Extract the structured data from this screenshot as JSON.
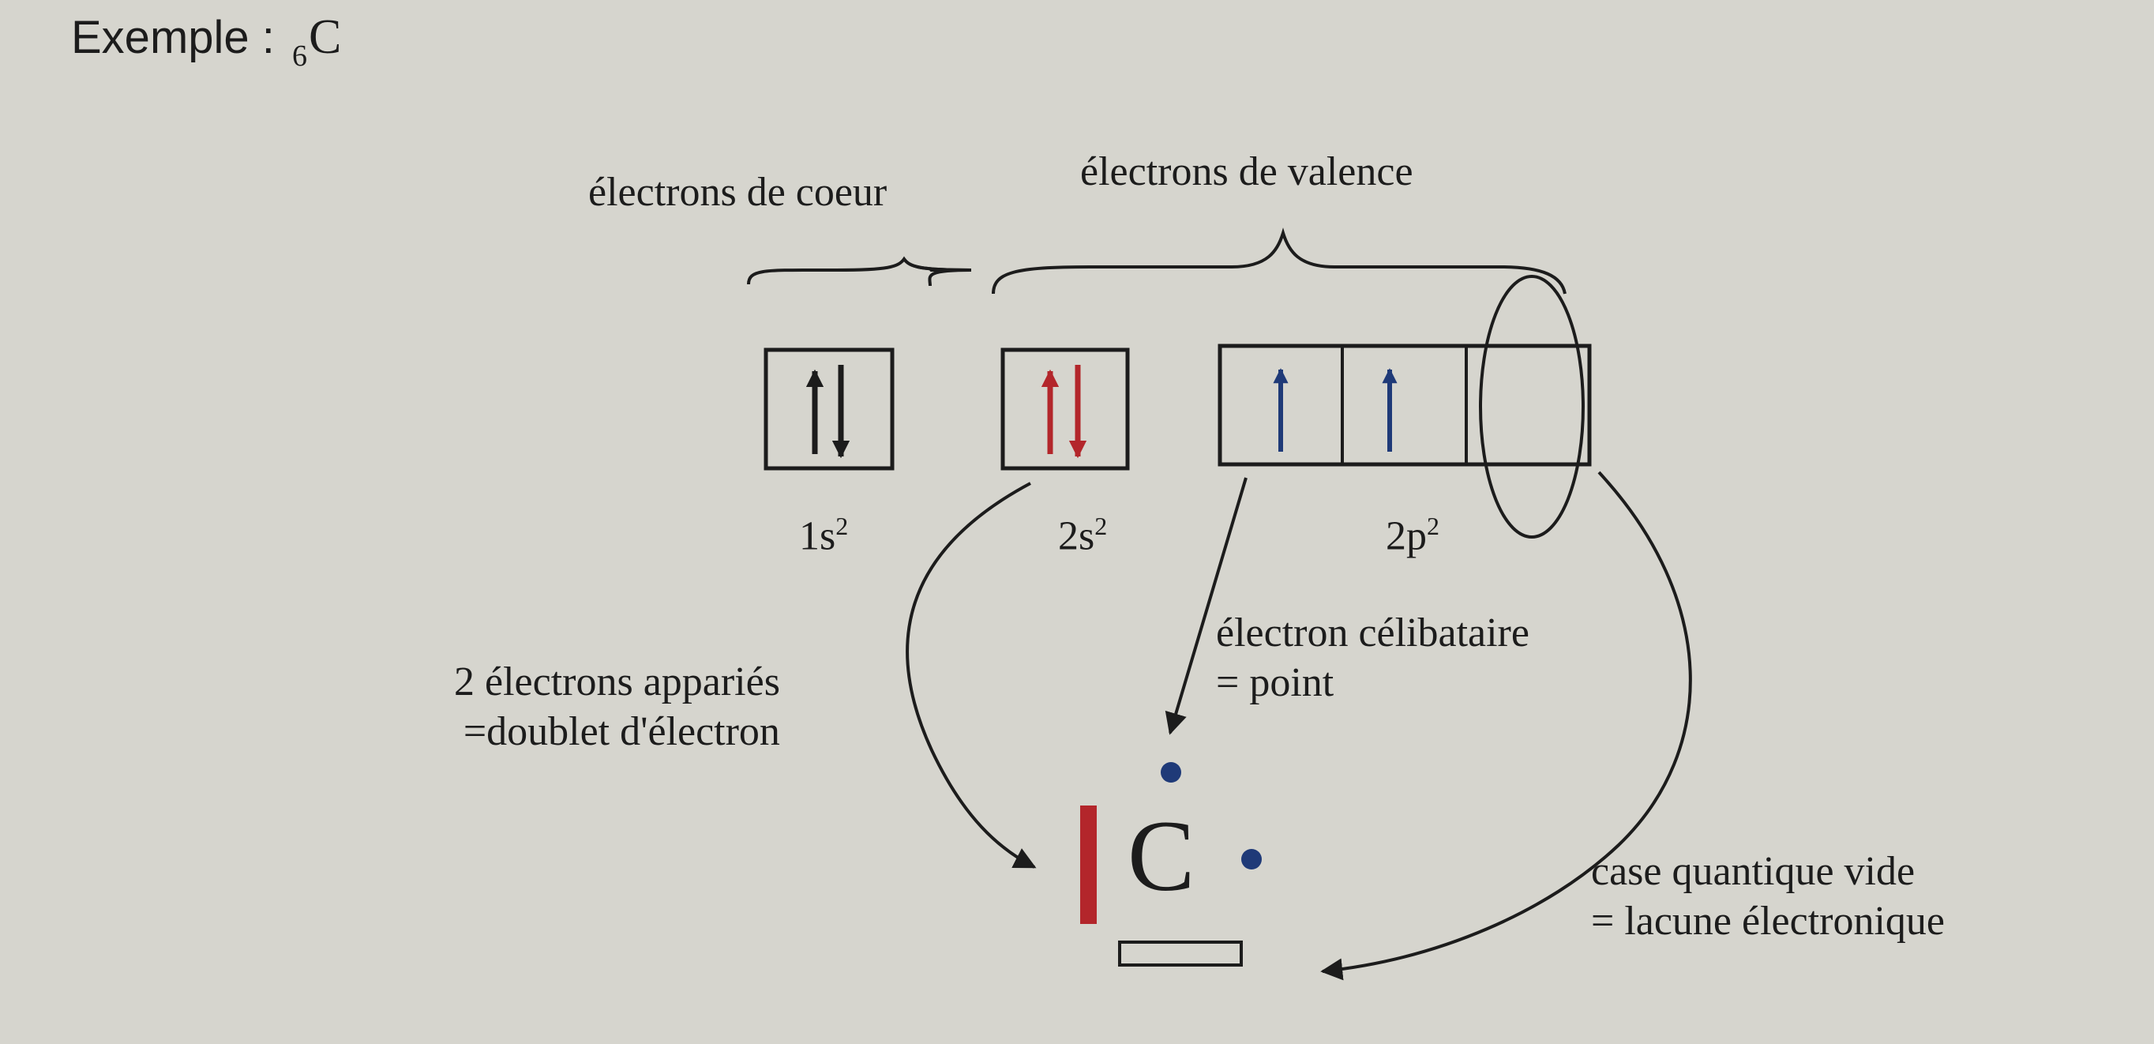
{
  "header": {
    "prefix": "Exemple :",
    "atomic_number": "6",
    "element": "C"
  },
  "groups": {
    "core": "électrons de coeur",
    "valence": "électrons de valence"
  },
  "orbitals": {
    "s1": {
      "name": "1s",
      "exp": "2"
    },
    "s2": {
      "name": "2s",
      "exp": "2"
    },
    "p2": {
      "name": "2p",
      "exp": "2"
    }
  },
  "annotations": {
    "paired_line1": "2 électrons appariés",
    "paired_line2": "=doublet d'électron",
    "single_line1": "électron célibataire",
    "single_line2": "= point",
    "vacancy_line1": "case quantique vide",
    "vacancy_line2": "= lacune électronique"
  },
  "lewis": {
    "symbol": "C"
  },
  "colors": {
    "ink": "#1c1c1c",
    "paired_electron_red": "#b3262b",
    "single_electron_blue": "#1f3a78",
    "background": "#d6d5ce"
  }
}
